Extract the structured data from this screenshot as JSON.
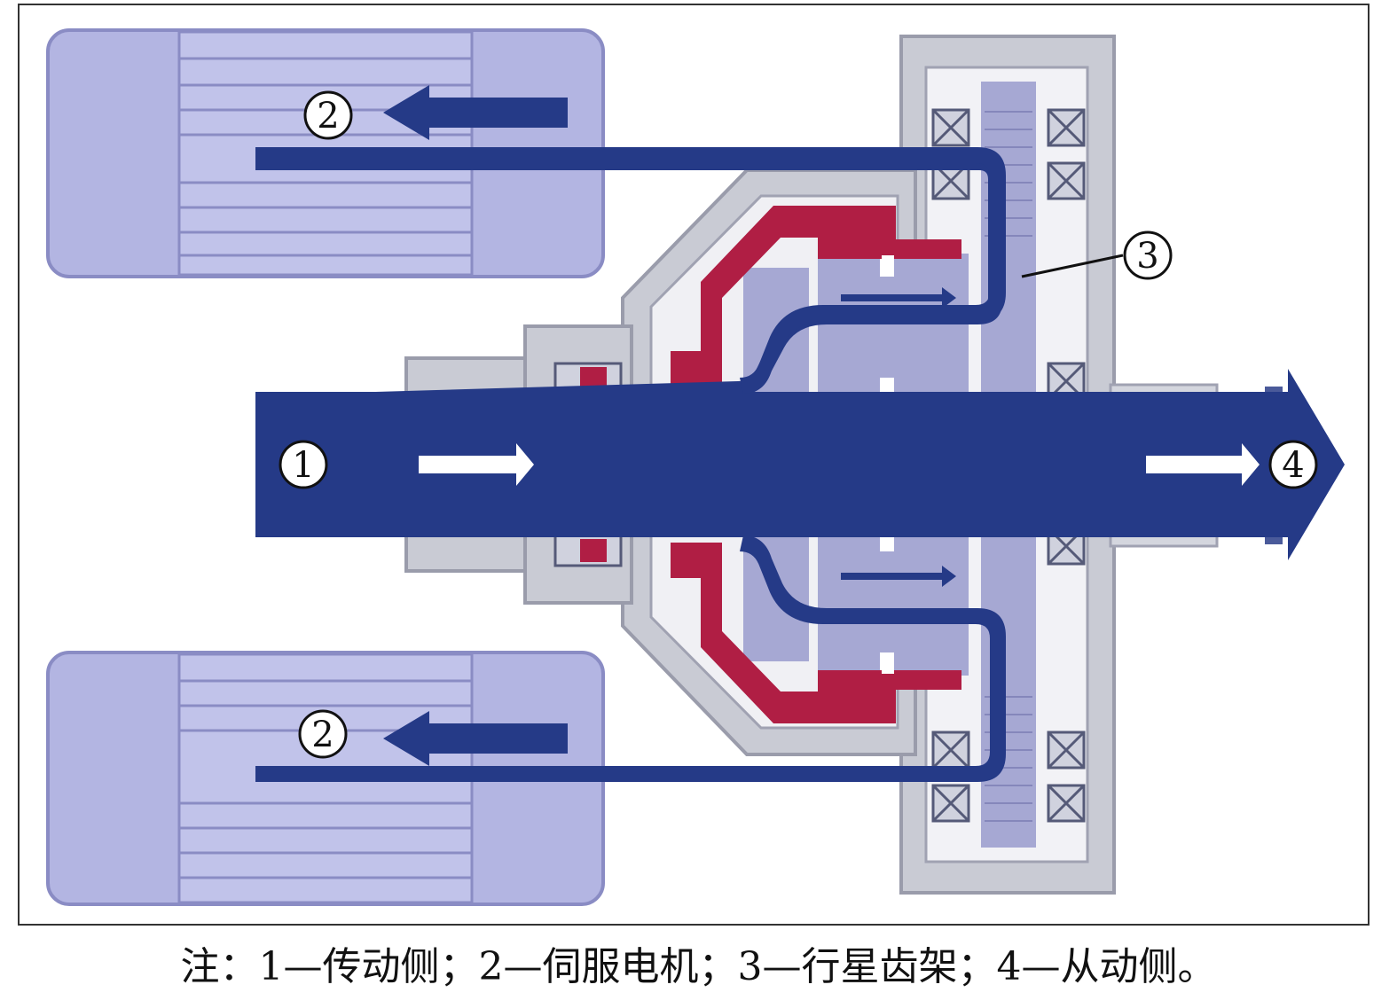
{
  "callouts": {
    "c1": "1",
    "c2_top": "2",
    "c2_bottom": "2",
    "c3": "3",
    "c4": "4"
  },
  "caption": "注：1—传动侧；2—伺服电机；3—行星齿架；4—从动侧。",
  "colors": {
    "housing": "#c9cbd4",
    "housing_stroke": "#9a9cab",
    "motor": "#b3b5e2",
    "motor_stroke": "#8a8cc4",
    "gear": "#a6a8d3",
    "flow": "#253a87",
    "red_part": "#b01e44",
    "arrow_white": "#ffffff"
  },
  "icons": [
    "arrow-right-icon",
    "arrow-left-icon",
    "bearing-icon",
    "gear-icon"
  ]
}
